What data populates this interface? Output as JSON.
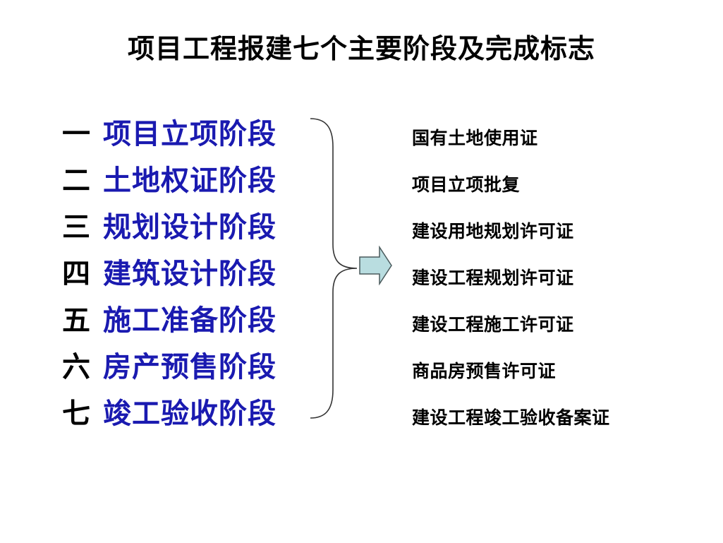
{
  "title": "项目工程报建七个主要阶段及完成标志",
  "stages": [
    {
      "num": "一",
      "name": "项目立项阶段"
    },
    {
      "num": "二",
      "name": "土地权证阶段"
    },
    {
      "num": "三",
      "name": "规划设计阶段"
    },
    {
      "num": "四",
      "name": "建筑设计阶段"
    },
    {
      "num": "五",
      "name": "施工准备阶段"
    },
    {
      "num": "六",
      "name": "房产预售阶段"
    },
    {
      "num": "七",
      "name": "竣工验收阶段"
    }
  ],
  "completion_marks": [
    "国有土地使用证",
    "项目立项批复",
    "建设用地规划许可证",
    "建设工程规划许可证",
    "建设工程施工许可证",
    "商品房预售许可证",
    "建设工程竣工验收备案证"
  ],
  "colors": {
    "stage_name": "#1a1ab0",
    "stage_num": "#000000",
    "arrow_fill": "#b9dde0",
    "arrow_stroke": "#4a5a5c",
    "brace_stroke": "#333333"
  },
  "icons": {
    "brace": "right-curly-brace",
    "arrow": "right-block-arrow"
  }
}
